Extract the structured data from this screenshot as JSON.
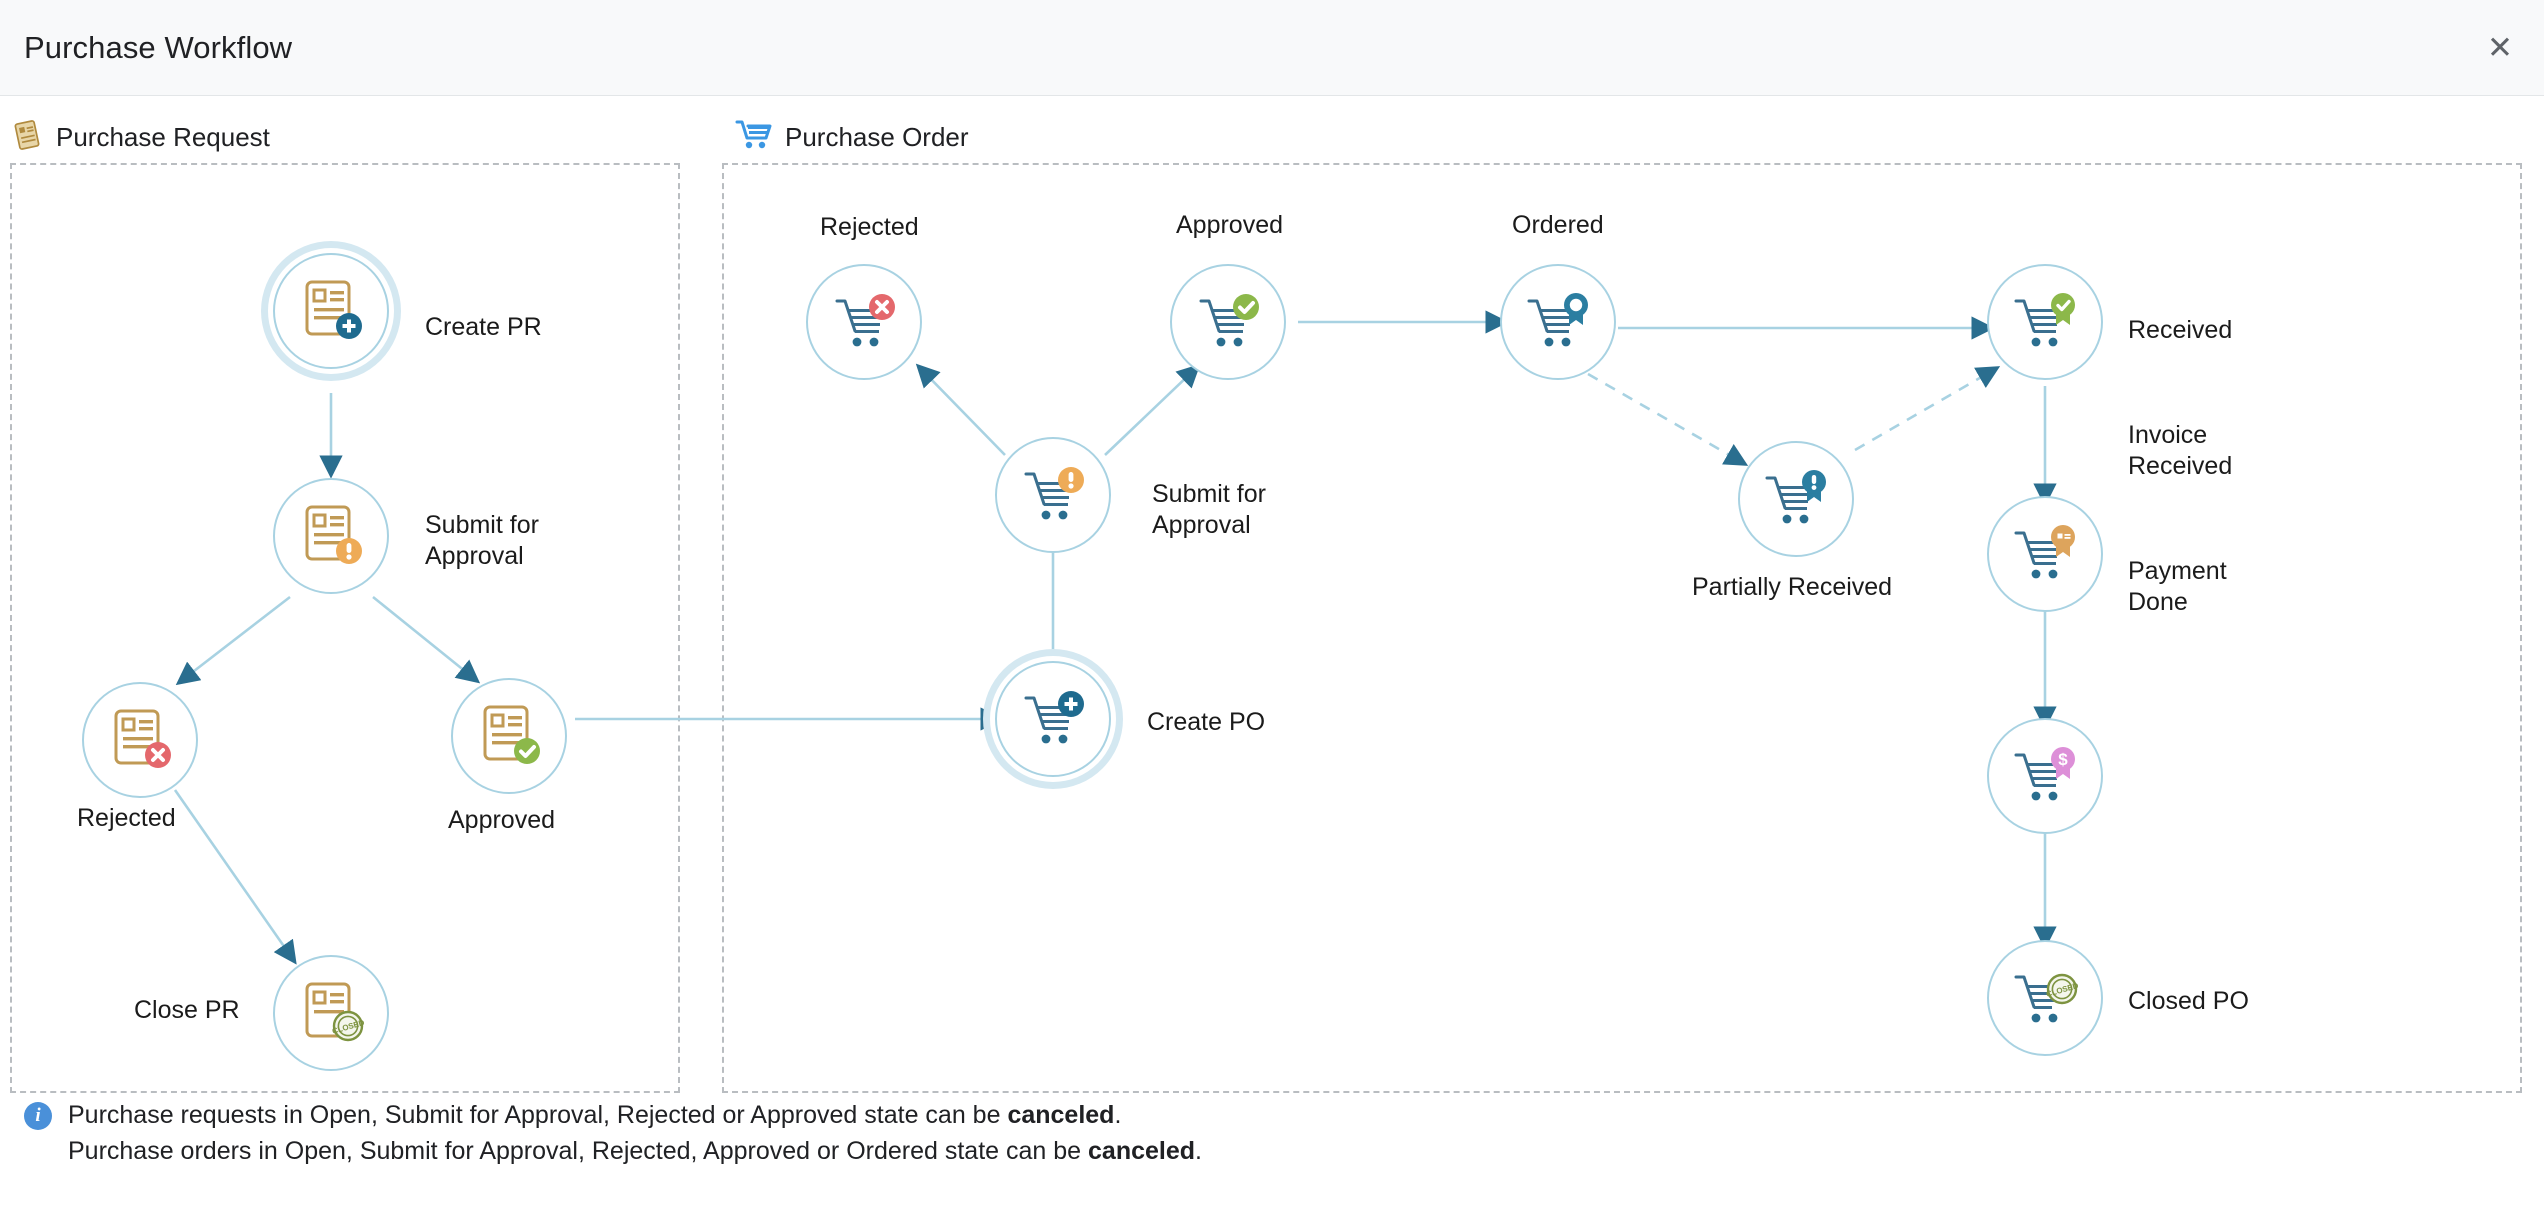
{
  "dialog": {
    "title": "Purchase Workflow",
    "close_label": "✕",
    "close_icon": "close-icon"
  },
  "sections": [
    {
      "key": "pr",
      "label": "Purchase Request",
      "icon": "invoice-document-icon"
    },
    {
      "key": "po",
      "label": "Purchase Order",
      "icon": "shopping-cart-icon"
    }
  ],
  "purchase_request": {
    "nodes": [
      {
        "id": "create-pr",
        "label": "Create PR",
        "badge": "plus",
        "badge_color": "#1f6b8f",
        "base": "document",
        "start": true
      },
      {
        "id": "pr-submit-approval",
        "label": "Submit for\nApproval",
        "badge": "exclaim",
        "badge_color": "#eeab57",
        "base": "document",
        "start": false
      },
      {
        "id": "pr-rejected",
        "label": "Rejected",
        "badge": "cross",
        "badge_color": "#e4686c",
        "base": "document",
        "start": false
      },
      {
        "id": "pr-approved",
        "label": "Approved",
        "badge": "check",
        "badge_color": "#8cb84a",
        "base": "document",
        "start": false
      },
      {
        "id": "close-pr",
        "label": "Close PR",
        "badge": "stamp",
        "badge_color": "#7d9340",
        "base": "document",
        "start": false
      }
    ]
  },
  "purchase_order": {
    "nodes": [
      {
        "id": "po-rejected",
        "label": "Rejected",
        "badge": "cross",
        "badge_color": "#e4686c",
        "base": "cart",
        "start": false
      },
      {
        "id": "po-approved",
        "label": "Approved",
        "badge": "check",
        "badge_color": "#8cb84a",
        "base": "cart",
        "start": false
      },
      {
        "id": "po-ordered",
        "label": "Ordered",
        "badge": "ribbon",
        "badge_color": "#2b7ea1",
        "base": "cart",
        "start": false
      },
      {
        "id": "po-received",
        "label": "Received",
        "badge": "ribbon-check",
        "badge_color": "#8cb84a",
        "base": "cart",
        "start": false
      },
      {
        "id": "po-partially",
        "label": "Partially Received",
        "badge": "ribbon-excl",
        "badge_color": "#2b7ea1",
        "base": "cart",
        "start": false
      },
      {
        "id": "po-submit-approval",
        "label": "Submit for\nApproval",
        "badge": "exclaim",
        "badge_color": "#eeab57",
        "base": "cart",
        "start": false
      },
      {
        "id": "create-po",
        "label": "Create PO",
        "badge": "plus",
        "badge_color": "#1f6b8f",
        "base": "cart",
        "start": true
      },
      {
        "id": "po-invoice",
        "label": "Invoice\nReceived",
        "badge": "ribbon-doc",
        "badge_color": "#dba košel",
        "base": "cart",
        "start": false
      },
      {
        "id": "po-payment",
        "label": "Payment\nDone",
        "badge": "ribbon-dollar",
        "badge_color": "#dd8fd8",
        "base": "cart",
        "start": false
      },
      {
        "id": "closed-po",
        "label": "Closed PO",
        "badge": "stamp",
        "badge_color": "#7d9340",
        "base": "cart",
        "start": false
      }
    ]
  },
  "labels": {
    "create_pr": "Create PR",
    "pr_submit_approval": "Submit for\nApproval",
    "pr_rejected": "Rejected",
    "pr_approved": "Approved",
    "close_pr": "Close PR",
    "po_rejected": "Rejected",
    "po_approved": "Approved",
    "po_ordered": "Ordered",
    "po_received": "Received",
    "po_partially_received": "Partially Received",
    "po_submit_approval": "Submit for\nApproval",
    "create_po": "Create PO",
    "po_invoice_received": "Invoice\nReceived",
    "po_payment_done": "Payment\nDone",
    "closed_po": "Closed PO"
  },
  "footer": {
    "icon": "info-icon",
    "line1_pre": "Purchase requests in Open, Submit for Approval, Rejected or Approved state can be ",
    "line1_bold": "canceled",
    "line1_post": ".",
    "line2_pre": "Purchase orders in Open, Submit for Approval, Rejected, Approved or Ordered state can be ",
    "line2_bold": "canceled",
    "line2_post": "."
  },
  "colors": {
    "node_ring": "#a8d2e2",
    "edge": "#a8d2e2",
    "arrow": "#2a6e8f",
    "panel_border": "#b9bdc1",
    "titlebar_bg": "#f8f9fa",
    "document_icon": "#c09a55",
    "cart_icon": "#3a6f8f",
    "badge_plus": "#1f6b8f",
    "badge_warn": "#eeab57",
    "badge_reject": "#e4686c",
    "badge_approve": "#8cb84a",
    "badge_stamp": "#7d9340",
    "badge_invoice": "#dda45c",
    "badge_payment": "#dd8fd8",
    "info": "#4a90d9"
  }
}
